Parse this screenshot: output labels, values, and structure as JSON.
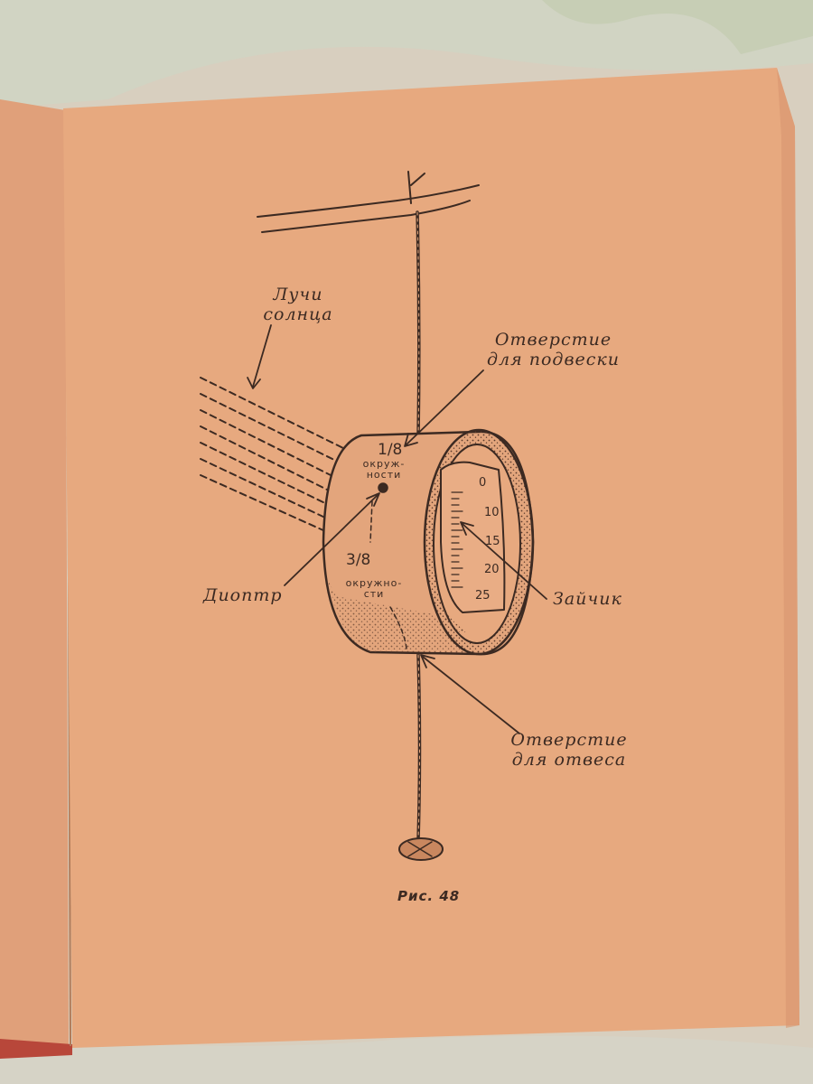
{
  "figure": {
    "caption": "Рис. 48",
    "labels": {
      "sun_rays_line1": "Лучи",
      "sun_rays_line2": "солнца",
      "hang_hole_line1": "Отверстие",
      "hang_hole_line2": "для подвески",
      "diopter": "Диоптр",
      "light_spot": "Зайчик",
      "plumb_hole_line1": "Отверстие",
      "plumb_hole_line2": "для отвеса"
    },
    "band_text": {
      "fraction_top": "1/8",
      "circ_top_line1": "окруж-",
      "circ_top_line2": "ности",
      "fraction_bottom": "3/8",
      "circ_bottom_line1": "окружно-",
      "circ_bottom_line2": "сти"
    },
    "scale_numbers": [
      "0",
      "10",
      "15",
      "20",
      "25"
    ]
  },
  "colors": {
    "paper": "#e7a97f",
    "ink": "#3c2a22"
  }
}
